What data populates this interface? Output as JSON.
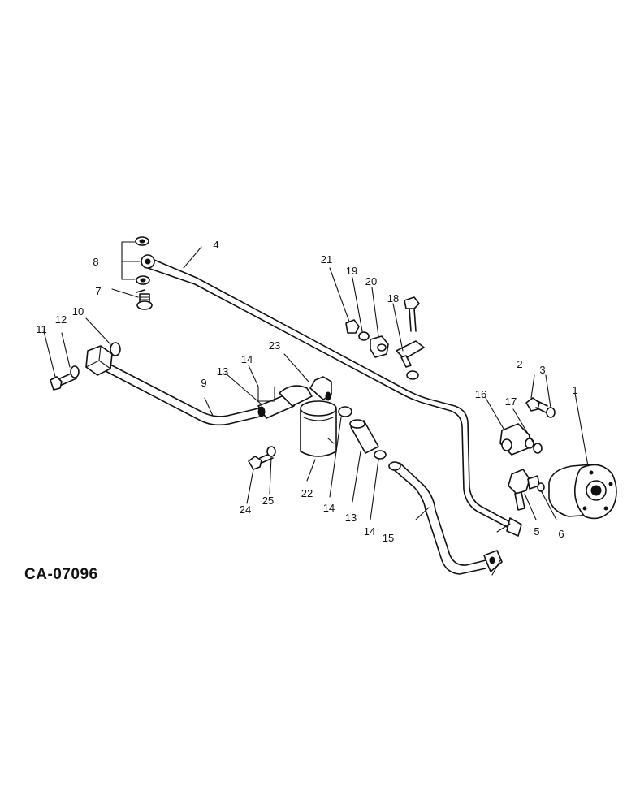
{
  "diagram_code": "CA-07096",
  "callouts": [
    {
      "id": "p1",
      "text": "1"
    },
    {
      "id": "p2",
      "text": "2"
    },
    {
      "id": "p3",
      "text": "3"
    },
    {
      "id": "p4",
      "text": "4"
    },
    {
      "id": "p5",
      "text": "5"
    },
    {
      "id": "p6",
      "text": "6"
    },
    {
      "id": "p7",
      "text": "7"
    },
    {
      "id": "p8",
      "text": "8"
    },
    {
      "id": "p9",
      "text": "9"
    },
    {
      "id": "p10",
      "text": "10"
    },
    {
      "id": "p11",
      "text": "11"
    },
    {
      "id": "p12",
      "text": "12"
    },
    {
      "id": "p13a",
      "text": "13"
    },
    {
      "id": "p13b",
      "text": "13"
    },
    {
      "id": "p14a",
      "text": "14"
    },
    {
      "id": "p14b",
      "text": "14"
    },
    {
      "id": "p14c",
      "text": "14"
    },
    {
      "id": "p15",
      "text": "15"
    },
    {
      "id": "p16",
      "text": "16"
    },
    {
      "id": "p17",
      "text": "17"
    },
    {
      "id": "p18",
      "text": "18"
    },
    {
      "id": "p19",
      "text": "19"
    },
    {
      "id": "p20",
      "text": "20"
    },
    {
      "id": "p21",
      "text": "21"
    },
    {
      "id": "p22",
      "text": "22"
    },
    {
      "id": "p23",
      "text": "23"
    },
    {
      "id": "p24",
      "text": "24"
    },
    {
      "id": "p25",
      "text": "25"
    }
  ]
}
